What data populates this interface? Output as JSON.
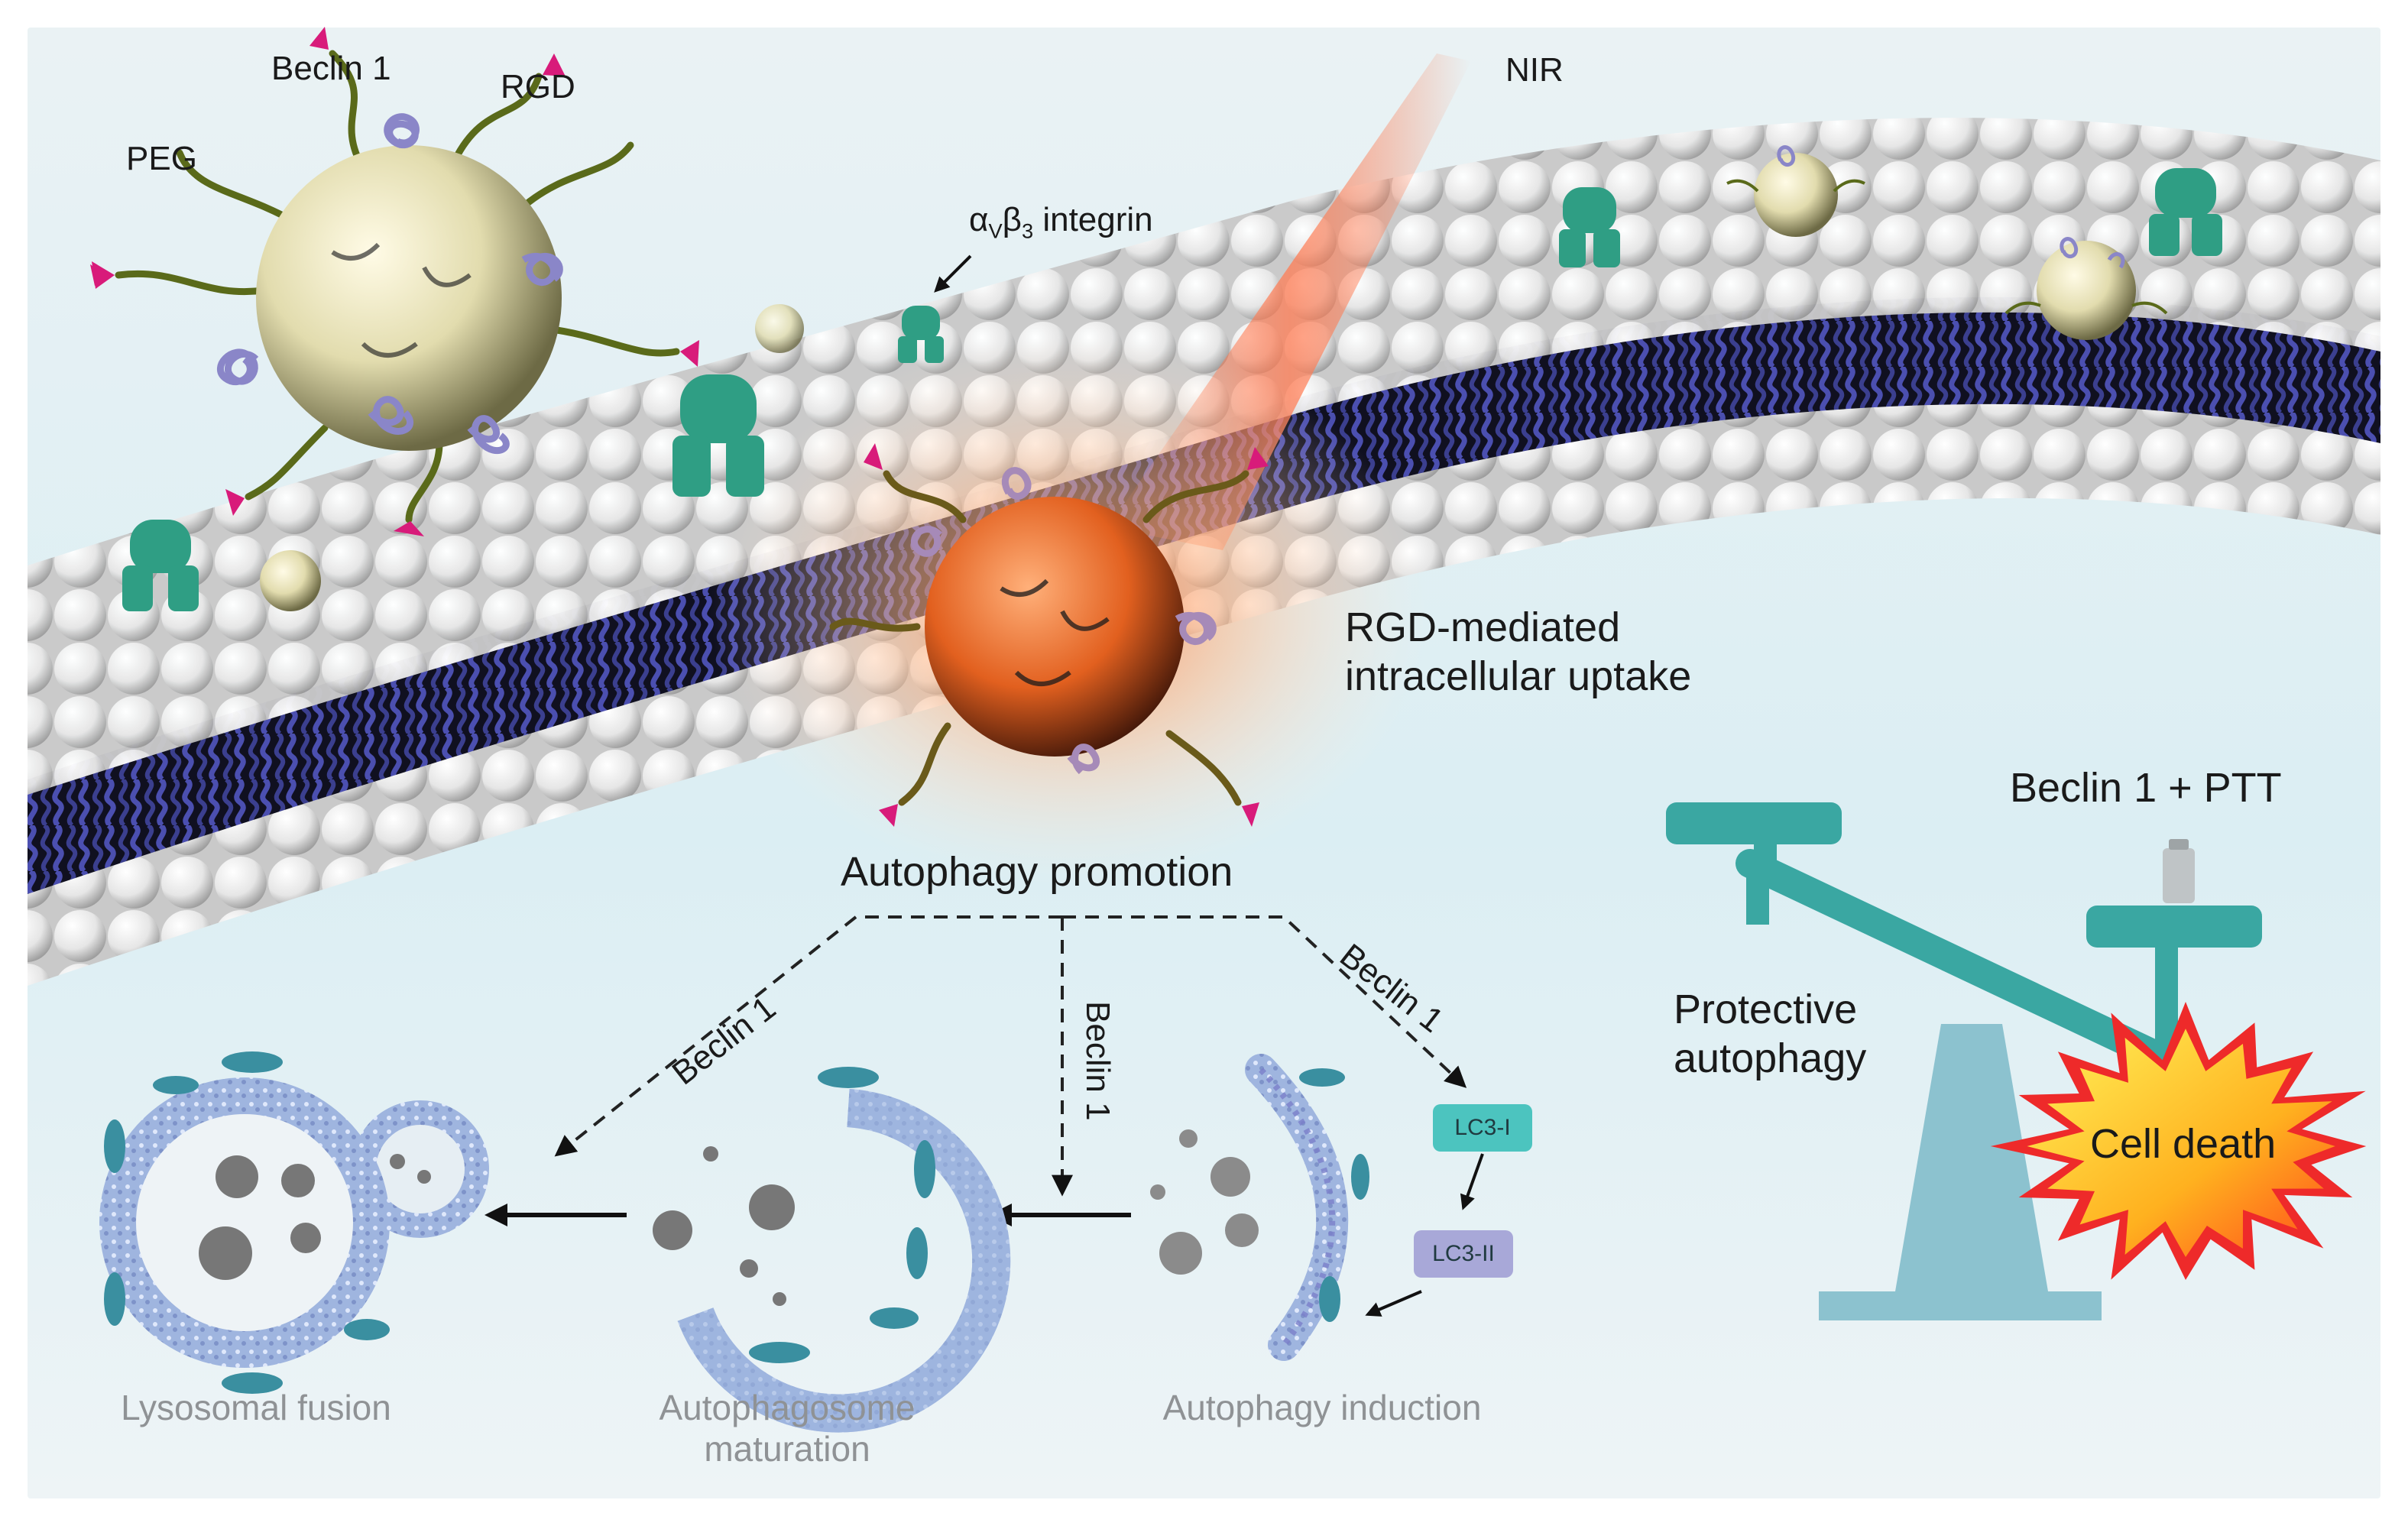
{
  "labels": {
    "beclin1": "Beclin 1",
    "rgd": "RGD",
    "peg": "PEG",
    "nir": "NIR",
    "integrin_prefix": "α",
    "integrin_sub1": "V",
    "integrin_mid": "β",
    "integrin_sub2": "3",
    "integrin_suffix": " integrin",
    "uptake_line1": "RGD-mediated",
    "uptake_line2": "intracellular uptake",
    "autophagy_promotion": "Autophagy promotion",
    "beclin_left": "Beclin 1",
    "beclin_mid": "Beclin 1",
    "beclin_right": "Beclin 1",
    "lc3_1": "LC3-I",
    "lc3_2": "LC3-II",
    "lysosomal_fusion": "Lysosomal fusion",
    "autophagosome_line1": "Autophagosome",
    "autophagosome_line2": "maturation",
    "autophagy_induction": "Autophagy induction",
    "beclin_ptt": "Beclin 1 + PTT",
    "protective_line1": "Protective",
    "protective_line2": "autophagy",
    "cell_death": "Cell death"
  },
  "colors": {
    "lipid_head": "#f2f2f2",
    "lipid_tail": "#3b3f8f",
    "integrin": "#2f9e84",
    "nanoparticle": "#e2dcae",
    "nanoparticle_hot": "#e8632a",
    "beclin_helix": "#8a86c8",
    "rgd_marker": "#d81b7a",
    "peg_chain": "#5a6a1a",
    "nir_beam": "#ff8f6a",
    "lc3_1_box": "#4cc4bf",
    "lc3_2_box": "#a8a8d8",
    "balance": "#3aa7a2",
    "burst_outer": "#ee2a2a",
    "burst_inner": "#ffe03a"
  },
  "icons": [
    "nanoparticle-icon",
    "integrin-icon",
    "lipid-bilayer-icon",
    "phagophore-icon",
    "balance-scale-icon",
    "weight-icon",
    "starburst-icon"
  ]
}
